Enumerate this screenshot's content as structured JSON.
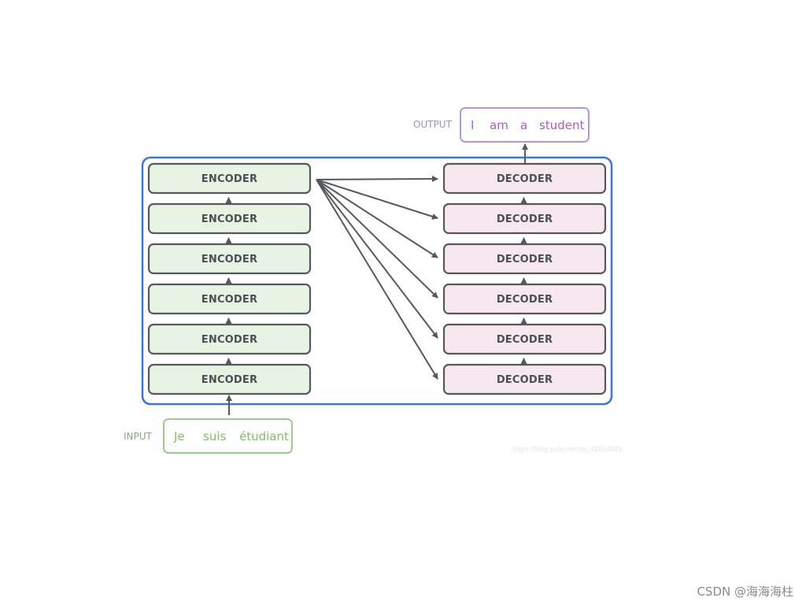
{
  "encoders": {
    "label": "ENCODER",
    "count": 6,
    "fill": "#e9f3e3",
    "stroke": "#55595e"
  },
  "decoders": {
    "label": "DECODER",
    "count": 6,
    "fill": "#f7e8ef",
    "stroke": "#55595e"
  },
  "stack_frame": {
    "stroke": "#3d74d6"
  },
  "input": {
    "label": "INPUT",
    "tokens": [
      "Je",
      "suis",
      "étudiant"
    ],
    "color": "#7fbf6a",
    "label_color": "#8aa77c",
    "border": "#9ccc8c"
  },
  "output": {
    "label": "OUTPUT",
    "tokens": [
      "I",
      "am",
      "a",
      "student"
    ],
    "color": "#a35fc8",
    "label_color": "#a98bc2",
    "border": "#b896d4"
  },
  "arrow_color": "#55595e",
  "watermark": "https://blog.csdn.net/qq_41664845",
  "credit": "CSDN @海海海柱"
}
